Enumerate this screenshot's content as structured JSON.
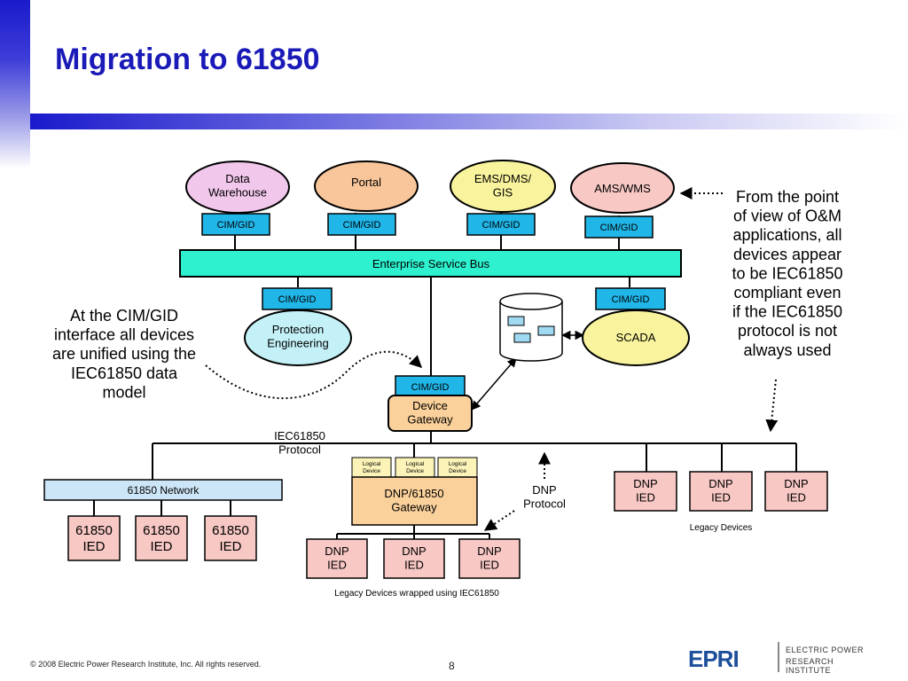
{
  "slide": {
    "title": "Migration to 61850",
    "footer": "© 2008 Electric Power Research Institute, Inc. All rights reserved.",
    "page_number": "8",
    "logo": {
      "word": "EPRI",
      "line1": "ELECTRIC POWER",
      "line2": "RESEARCH INSTITUTE"
    }
  },
  "colors": {
    "title": "#1a1ab8",
    "pink_app": "#f2c7ec",
    "orange_app": "#f8c69a",
    "yellow_app": "#f8f39c",
    "cim": "#21b6e8",
    "esb": "#2ef2cf",
    "cyan_app": "#c3f1f7",
    "gateway": "#fbd19b",
    "ied": "#f7c8c4",
    "network": "#cde6f7"
  },
  "diagram": {
    "apps": [
      "Data\nWarehouse",
      "Portal",
      "EMS/DMS/\nGIS",
      "AMS/WMS"
    ],
    "cim_label": "CIM/GID",
    "esb": "Enterprise Service Bus",
    "protection": "Protection\nEngineering",
    "scada": "SCADA",
    "device_gateway": "Device\nGateway",
    "iec_protocol": "IEC61850\nProtocol",
    "network": "61850 Network",
    "ied_61850": "61850\nIED",
    "dnp_ied": "DNP\nIED",
    "logical_device": "Logical\nDevice",
    "dnp_gateway": "DNP/61850\nGateway",
    "dnp_protocol": "DNP\nProtocol",
    "legacy_devices": "Legacy Devices",
    "legacy_wrapped": "Legacy Devices wrapped using IEC61850",
    "left_note": "At the CIM/GID\ninterface all devices\nare unified using the\nIEC61850 data\nmodel",
    "right_note": "From the point\nof view of O&M\napplications, all\ndevices appear\nto be IEC61850\ncompliant even\nif the IEC61850\nprotocol is not\nalways used"
  }
}
